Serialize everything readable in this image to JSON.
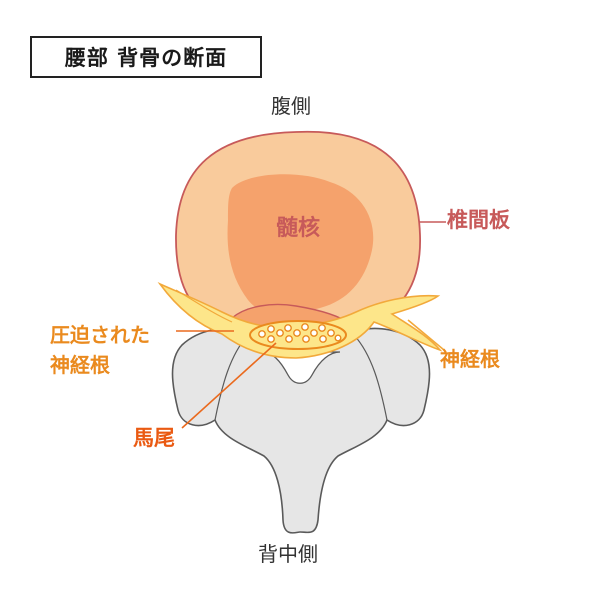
{
  "title": "腰部 背骨の断面",
  "labels": {
    "ventral": "腹側",
    "dorsal": "背中側",
    "nucleus": "髄核",
    "disc": "椎間板",
    "compressed_root": "圧迫された\n神経根",
    "nerve_root": "神経根",
    "cauda_equina": "馬尾"
  },
  "colors": {
    "disc_fill": "#f9cb9c",
    "disc_outline": "#c75a5a",
    "nucleus_fill": "#f5a26c",
    "bone_fill": "#e6e6e6",
    "bone_outline": "#5a5a5a",
    "nerve_fill": "#fde68a",
    "nerve_outline": "#f2a93b",
    "leader_line": "#ea6a1e",
    "label_orange": "#ea8a1e",
    "label_red": "#c75a5a"
  }
}
